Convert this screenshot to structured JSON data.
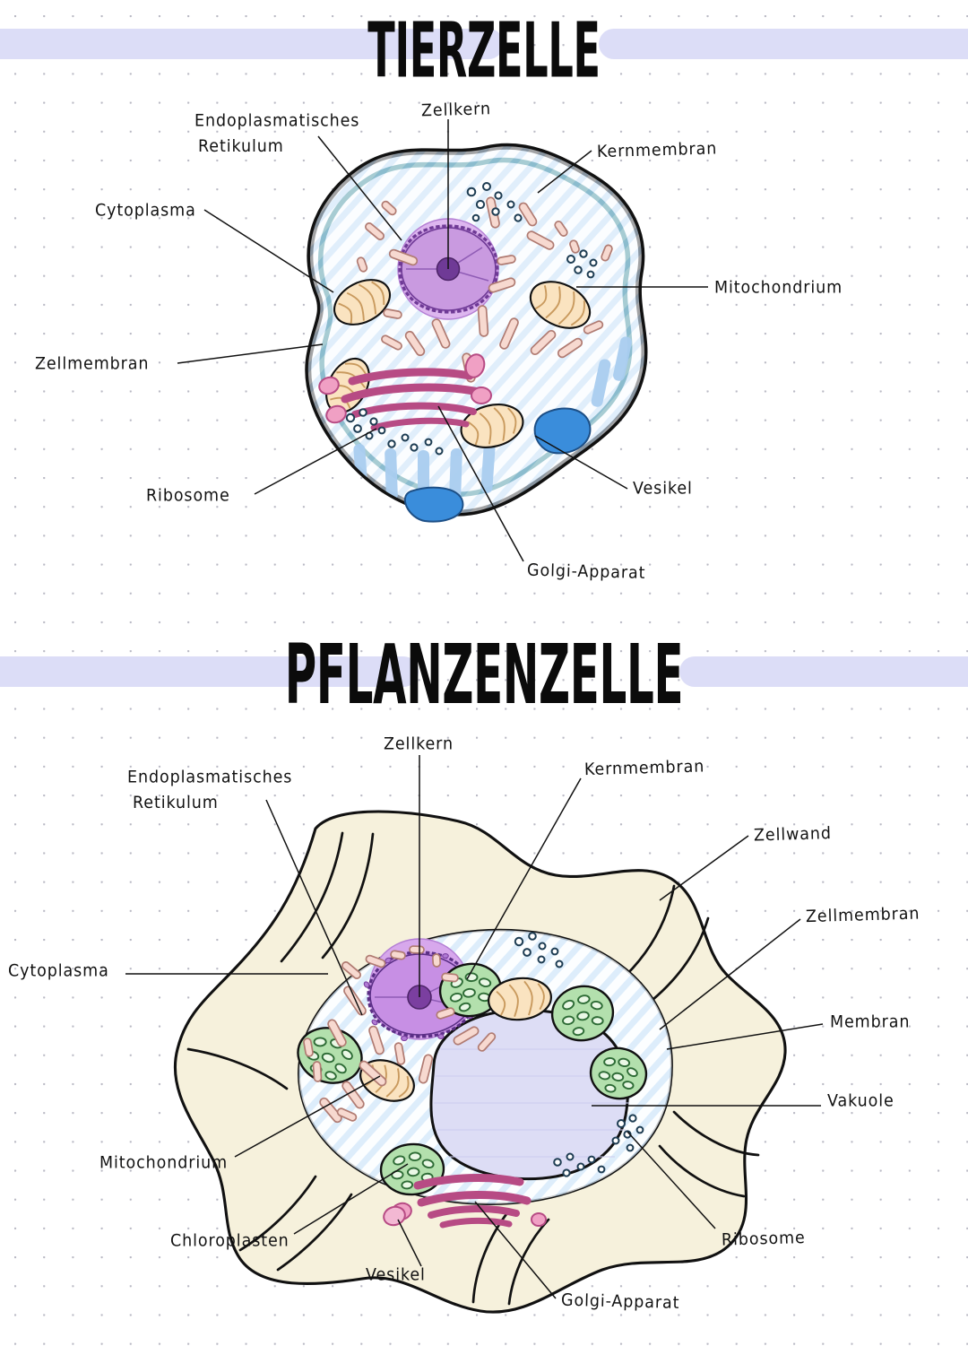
{
  "page": {
    "background": "#ffffff",
    "grid_dot_color": "#b9b9c4",
    "highlight_band_color": "#dcddf7"
  },
  "sections": [
    {
      "id": "animal-cell",
      "title": "TIERZELLE",
      "labels": [
        {
          "name": "endoplasmatisches-retikulum",
          "text_line1": "Endoplasmatisches",
          "text_line2": "Retikulum"
        },
        {
          "name": "zellkern",
          "text": "Zellkern"
        },
        {
          "name": "kernmembran",
          "text": "Kernmembran"
        },
        {
          "name": "cytoplasma",
          "text": "Cytoplasma"
        },
        {
          "name": "mitochondrium",
          "text": "Mitochondrium"
        },
        {
          "name": "zellmembran",
          "text": "Zellmembran"
        },
        {
          "name": "ribosome",
          "text": "Ribosome"
        },
        {
          "name": "vesikel",
          "text": "Vesikel"
        },
        {
          "name": "golgi-apparat",
          "text": "Golgi-Apparat"
        }
      ]
    },
    {
      "id": "plant-cell",
      "title": "PFLANZENZELLE",
      "labels": [
        {
          "name": "endoplasmatisches-retikulum",
          "text_line1": "Endoplasmatisches",
          "text_line2": "Retikulum"
        },
        {
          "name": "zellkern",
          "text": "Zellkern"
        },
        {
          "name": "kernmembran",
          "text": "Kernmembran"
        },
        {
          "name": "zellwand",
          "text": "Zellwand"
        },
        {
          "name": "zellmembran",
          "text": "Zellmembran"
        },
        {
          "name": "membran",
          "text": "Membran"
        },
        {
          "name": "vakuole",
          "text": "Vakuole"
        },
        {
          "name": "cytoplasma",
          "text": "Cytoplasma"
        },
        {
          "name": "mitochondrium",
          "text": "Mitochondrium"
        },
        {
          "name": "chloroplasten",
          "text": "Chloroplasten"
        },
        {
          "name": "vesikel",
          "text": "Vesikel"
        },
        {
          "name": "golgi-apparat",
          "text": "Golgi-Apparat"
        },
        {
          "name": "ribosome",
          "text": "Ribosome"
        }
      ]
    }
  ],
  "palette": {
    "outline_black": "#111111",
    "membrane_teal": "#1d7b8a",
    "cytoplasm_blue": "#bcd8f2",
    "cytoplasm_fill": "#fbfdff",
    "nucleus_purple": "#cfa0e4",
    "nucleus_light": "#ddb6ef",
    "nucleolus_purple": "#7b3fa0",
    "mitochondria_cream": "#fae3c0",
    "er_pink": "#f5cfc5",
    "golgi_pink": "#f0a0c4",
    "vesicle_blue": "#3a8ddb",
    "cell_wall_cream": "#f6f1dc",
    "chloroplast_green": "#b3e0ad",
    "vacuole_lavender": "#ddddf5"
  }
}
